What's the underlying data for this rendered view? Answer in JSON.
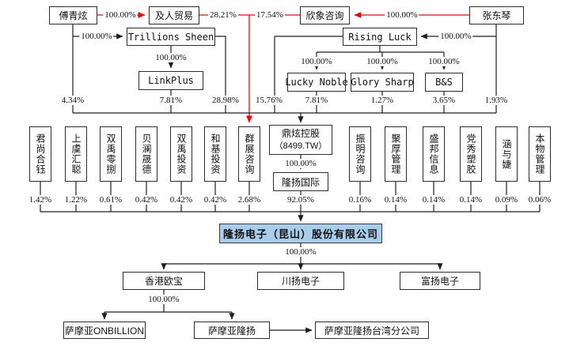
{
  "colors": {
    "red_line": "#ff0000",
    "black_line": "#1f1f1f",
    "company_fill": "#a8ceec"
  },
  "top_row": {
    "fu_qingxuan": "傅青炫",
    "jiren_trading": "及人贸易",
    "xinxiang_consulting": "欣象咨询",
    "zhang_dongqin": "张东琴"
  },
  "holdcos": {
    "trillions_sheen": "Trillions Sheen",
    "rising_luck": "Rising Luck",
    "linkplus": "LinkPlus",
    "lucky_noble": "Lucky Noble",
    "glory_sharp": "Glory Sharp",
    "bs": "B&S"
  },
  "edge_labels": {
    "fu_to_jiren": "100.00%",
    "jiren_stake": "28.21%",
    "xinxiang_stake": "17.54%",
    "zhang_to_xinxiang": "100.00%",
    "fu_to_trillions": "100.00%",
    "zhang_to_rising": "100.00%",
    "trillions_to_linkplus": "100.00%",
    "rising_to_lucky_noble": "100.00%",
    "rising_to_glory_sharp": "100.00%",
    "rising_to_bs": "100.00%",
    "dingxuan_to_intl": "100.00%",
    "company_to_subs": "100.00%",
    "hk_to_samoa": "100.00%"
  },
  "dingxuan_stakes": [
    "4.34%",
    "7.81%",
    "28.98%",
    "15.76%",
    "7.81%",
    "1.27%",
    "3.65%",
    "1.93%"
  ],
  "dingxuan": {
    "name": "鼎炫控股",
    "ticker": "（8499.TW）"
  },
  "longyang_intl": {
    "name": "隆扬国际",
    "stake": "92.05%"
  },
  "company_shareholders": [
    {
      "name": "君尚合钰",
      "pct": "1.42%"
    },
    {
      "name": "上虞汇聪",
      "pct": "1.22%"
    },
    {
      "name": "双禹零捌",
      "pct": "0.61%"
    },
    {
      "name": "贝澜晟德",
      "pct": "0.42%"
    },
    {
      "name": "双禹投资",
      "pct": "0.42%"
    },
    {
      "name": "和基投资",
      "pct": "0.42%"
    },
    {
      "name": "群展咨询",
      "pct": "2.68%"
    },
    {
      "name": "振明咨询",
      "pct": "0.16%"
    },
    {
      "name": "聚厚管理",
      "pct": "0.14%"
    },
    {
      "name": "盛邦信息",
      "pct": "0.14%"
    },
    {
      "name": "党秀塑胶",
      "pct": "0.14%"
    },
    {
      "name": "涵与婕",
      "pct": "0.09%"
    },
    {
      "name": "本物管理",
      "pct": "0.06%"
    }
  ],
  "company": {
    "name": "隆扬电子（昆山）股份有限公司"
  },
  "subsidiaries": [
    "香港欧宝",
    "川扬电子",
    "富扬电子"
  ],
  "samoa": {
    "onbillion": "萨摩亚ONBILLION",
    "longyang": "萨摩亚隆扬",
    "taiwan_branch": "萨摩亚隆扬台湾分公司"
  }
}
